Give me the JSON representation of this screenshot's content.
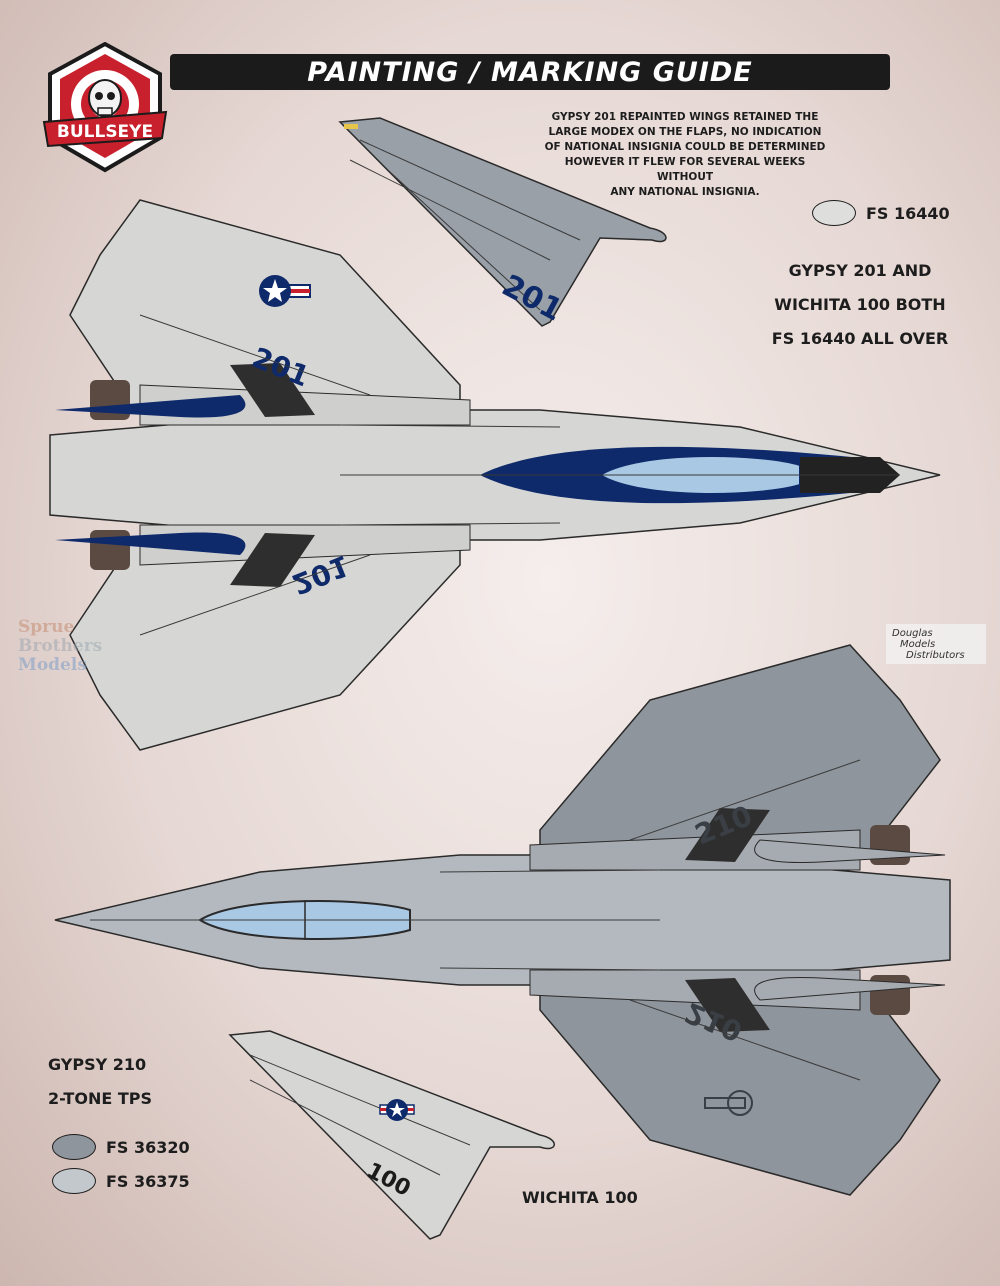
{
  "header": {
    "title": "PAINTING / MARKING GUIDE",
    "logo_text": "BULLSEYE"
  },
  "note": {
    "lines": [
      "GYPSY 201 REPAINTED WINGS RETAINED THE",
      "LARGE MODEX ON THE FLAPS, NO INDICATION",
      "OF NATIONAL INSIGNIA COULD BE DETERMINED",
      "HOWEVER IT FLEW FOR SEVERAL WEEKS WITHOUT",
      "ANY NATIONAL INSIGNIA."
    ]
  },
  "top_scheme": {
    "swatch": {
      "label": "FS 16440",
      "color": "#dedfdd"
    },
    "lines": [
      "GYPSY 201 AND",
      "WICHITA 100 BOTH",
      "FS 16440 ALL OVER"
    ],
    "modex_upper": "201",
    "modex_lower": "201",
    "wing_modex": "201",
    "paint_color": "#d6d7d4",
    "accent_color": "#0f2a6b"
  },
  "bottom_scheme": {
    "lines": [
      "GYPSY 210",
      "2-TONE TPS"
    ],
    "swatches": [
      {
        "label": "FS 36320",
        "color": "#8f959c"
      },
      {
        "label": "FS 36375",
        "color": "#c3c8cd"
      }
    ],
    "modex_upper": "210",
    "modex_lower": "210",
    "dark_color": "#8f959c",
    "light_color": "#b4b9bf"
  },
  "wichita": {
    "label": "WICHITA 100",
    "modex": "100"
  },
  "watermarks": {
    "left_lines": [
      "Sprue",
      "Brothers",
      "Models"
    ],
    "right_lines": [
      "Douglas",
      "Models",
      "Distributors"
    ]
  }
}
